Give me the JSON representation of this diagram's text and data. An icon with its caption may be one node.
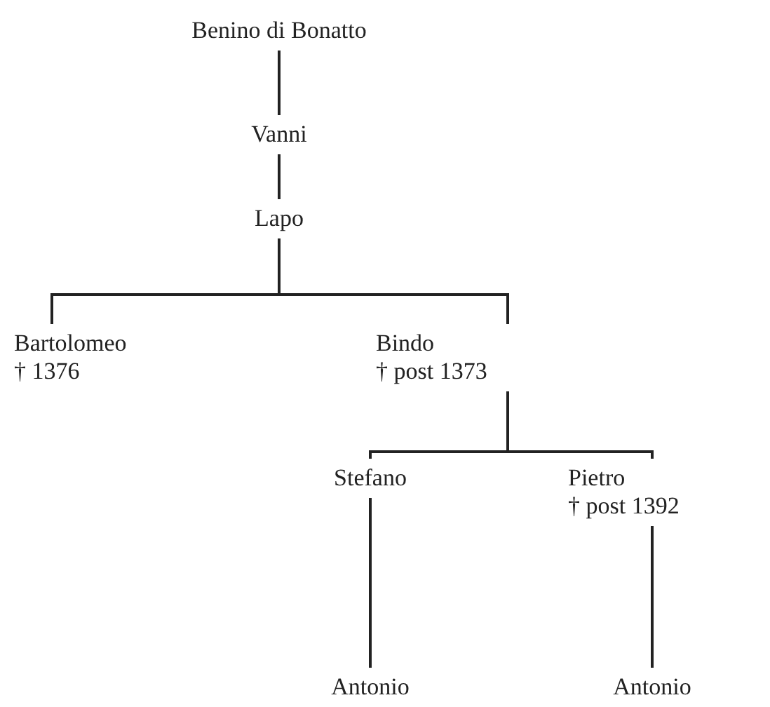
{
  "diagram": {
    "nodes": [
      {
        "text": [
          "Benino di Bonatto"
        ]
      },
      {
        "text": [
          "Vanni"
        ]
      },
      {
        "text": [
          "Lapo"
        ]
      },
      {
        "text": [
          "Bartolomeo",
          "† 1376"
        ]
      },
      {
        "text": [
          "Bindo",
          "† post 1373"
        ]
      },
      {
        "text": [
          "Stefano"
        ]
      },
      {
        "text": [
          "Pietro",
          "† post 1392"
        ]
      },
      {
        "text": [
          "Antonio"
        ]
      },
      {
        "text": [
          "Antonio"
        ]
      }
    ],
    "edges": [
      {
        "from": 0,
        "to": 1,
        "arrow": "none"
      },
      {
        "from": 1,
        "to": 2,
        "arrow": "none"
      },
      {
        "from": 2,
        "to": 3,
        "arrow": "none"
      },
      {
        "from": 2,
        "to": 4,
        "arrow": "none"
      },
      {
        "from": 4,
        "to": 5,
        "arrow": "none"
      },
      {
        "from": 4,
        "to": 6,
        "arrow": "none"
      },
      {
        "from": 5,
        "to": 7,
        "arrow": "none"
      },
      {
        "from": 6,
        "to": 8,
        "arrow": "none"
      }
    ]
  }
}
